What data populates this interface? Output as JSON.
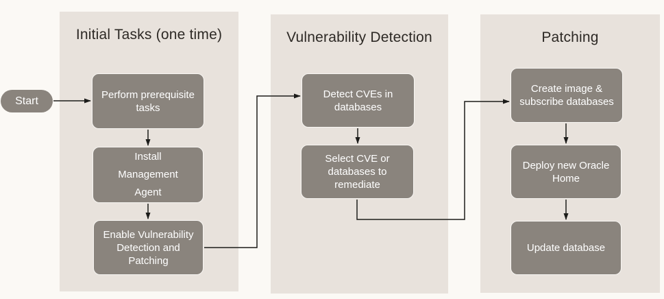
{
  "diagram": {
    "start": {
      "label": "Start"
    },
    "columns": [
      {
        "title": "Initial Tasks (one time)",
        "steps": [
          {
            "label": "Perform prerequisite\ntasks"
          },
          {
            "label": "Install\nManagement\nAgent"
          },
          {
            "label": "Enable Vulnerability\nDetection and\nPatching"
          }
        ]
      },
      {
        "title": "Vulnerability Detection",
        "steps": [
          {
            "label": "Detect CVEs in\ndatabases"
          },
          {
            "label": "Select CVE or\ndatabases to\nremediate"
          }
        ]
      },
      {
        "title": "Patching",
        "steps": [
          {
            "label": "Create image &\nsubscribe databases"
          },
          {
            "label": "Deploy new Oracle\nHome"
          },
          {
            "label": "Update database"
          }
        ]
      }
    ],
    "colors": {
      "background": "#fbf9f5",
      "panel": "#e8e2dc",
      "node_fill": "#8a847d",
      "node_border": "#f8f6f3",
      "node_text": "#ffffff",
      "heading_text": "#2d2925",
      "connector": "#1c1c1a"
    }
  }
}
